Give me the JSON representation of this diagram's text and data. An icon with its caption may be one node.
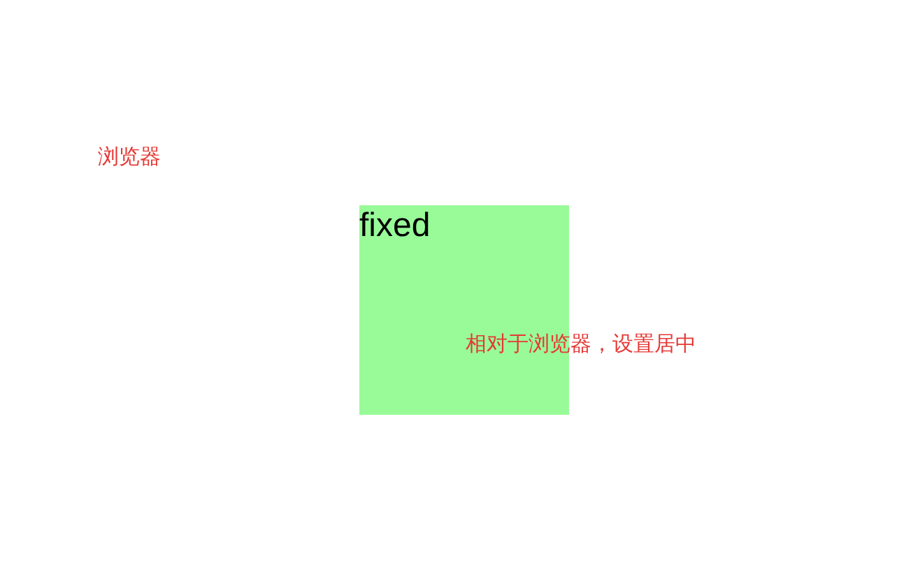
{
  "diagram": {
    "nodes": [
      {
        "text": [
          "fixed"
        ],
        "beside": [
          "相对于浏览器，设置居中"
        ]
      }
    ],
    "labels": [
      "浏览器"
    ]
  }
}
